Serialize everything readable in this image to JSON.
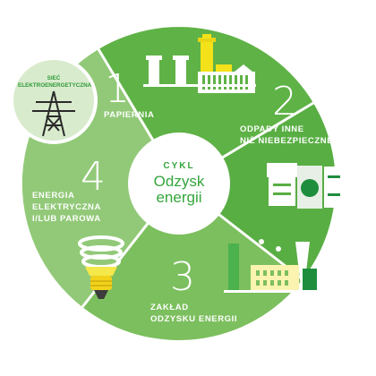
{
  "center": {
    "title": "CYKL",
    "subtitle_line1": "Odzysk",
    "subtitle_line2": "energii"
  },
  "grid_badge": {
    "line1": "SIEĆ",
    "line2": "ELEKTROENERGETYCZNA"
  },
  "steps": [
    {
      "number": "1",
      "line1": "PAPIERNIA",
      "line2": ""
    },
    {
      "number": "2",
      "line1": "ODPADY INNE",
      "line2": "NIŻ NIEBEZPIECZNE"
    },
    {
      "number": "3",
      "line1": "ZAKŁAD",
      "line2": "ODZYSKU ENERGII"
    },
    {
      "number": "4",
      "line1": "ENERGIA",
      "line2": "ELEKTRYCZNA",
      "line3": "I/LUB PAROWA"
    }
  ],
  "colors": {
    "segment_1": "#5fb246",
    "segment_2": "#58ae43",
    "segment_3": "#7cbf5e",
    "segment_4": "#92c978",
    "center": "#ffffff",
    "accent_text": "#34a53b",
    "badge_fill": "#d8ebcd"
  },
  "icons": [
    "factory-icon",
    "waste-bales-icon",
    "power-plant-icon",
    "light-bulb-icon",
    "power-pylon-icon"
  ]
}
